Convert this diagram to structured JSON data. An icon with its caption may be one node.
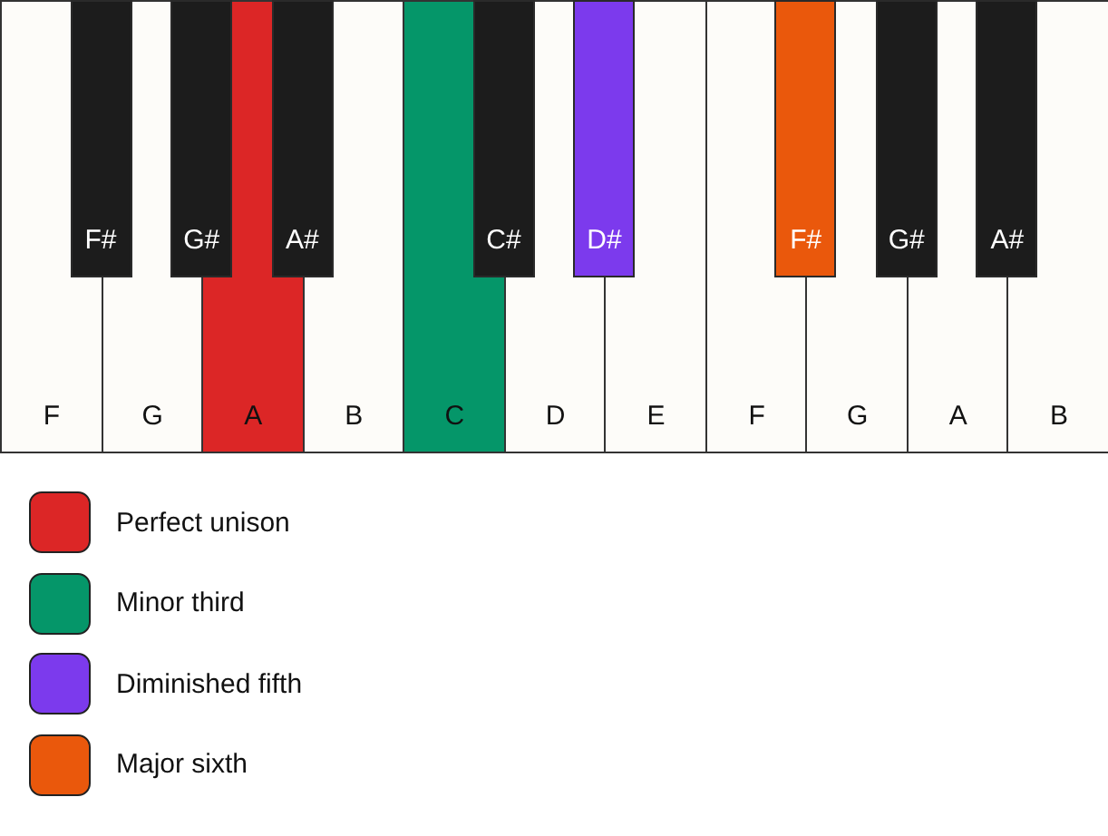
{
  "diagram": {
    "nodes": [
      {
        "text": [
          "F"
        ]
      },
      {
        "text": [
          "F#"
        ]
      },
      {
        "text": [
          "G"
        ]
      },
      {
        "text": [
          "G#"
        ]
      },
      {
        "text": [
          "A"
        ]
      },
      {
        "text": [
          "A#"
        ]
      },
      {
        "text": [
          "B"
        ]
      },
      {
        "text": [
          "C"
        ]
      },
      {
        "text": [
          "C#"
        ]
      },
      {
        "text": [
          "D"
        ]
      },
      {
        "text": [
          "D#"
        ]
      },
      {
        "text": [
          "E"
        ]
      },
      {
        "text": [
          "F"
        ]
      },
      {
        "text": [
          "F#"
        ]
      },
      {
        "text": [
          "G"
        ]
      },
      {
        "text": [
          "G#"
        ]
      },
      {
        "text": [
          "A"
        ]
      },
      {
        "text": [
          "A#"
        ]
      },
      {
        "text": [
          "B"
        ]
      }
    ],
    "legend": [
      {
        "text": "Perfect unison",
        "color": "#dc2626"
      },
      {
        "text": "Minor third",
        "color": "#059669"
      },
      {
        "text": "Diminished fifth",
        "color": "#7c3aed"
      },
      {
        "text": "Major sixth",
        "color": "#ea580c"
      }
    ]
  }
}
